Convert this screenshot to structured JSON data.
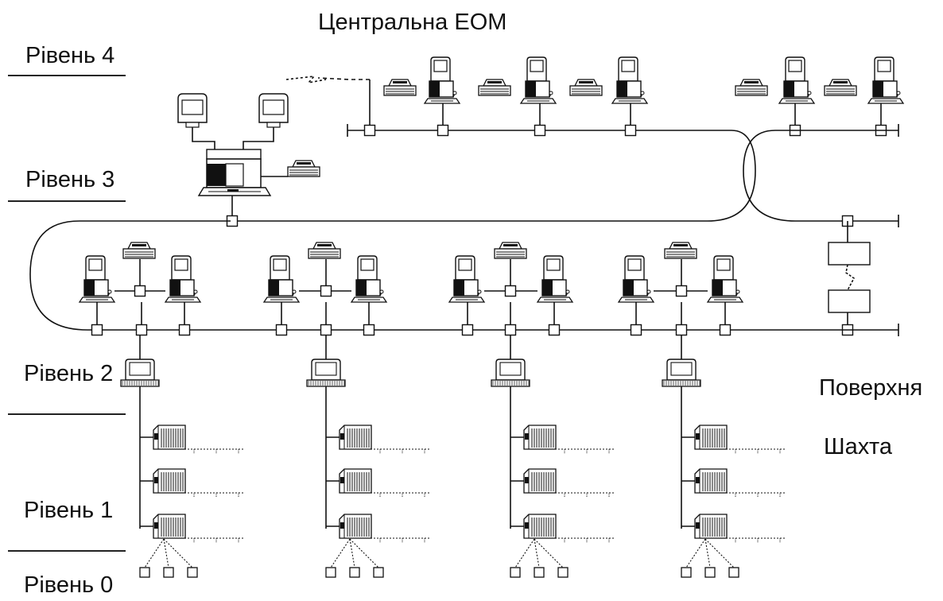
{
  "title": "Центральна ЕОМ",
  "levels": {
    "level4": "Рівень 4",
    "level3": "Рівень 3",
    "level2": "Рівень 2",
    "level1": "Рівень 1",
    "level0": "Рівень 0"
  },
  "zones": {
    "surface": "Поверхня",
    "mine": "Шахта"
  },
  "icons": {
    "workstation": "computer-workstation-icon",
    "printer": "printer-icon",
    "monitor": "monitor-icon",
    "controller": "controller-rack-icon",
    "node": "network-node-icon",
    "sensor": "sensor-icon",
    "modem": "modem-icon"
  }
}
